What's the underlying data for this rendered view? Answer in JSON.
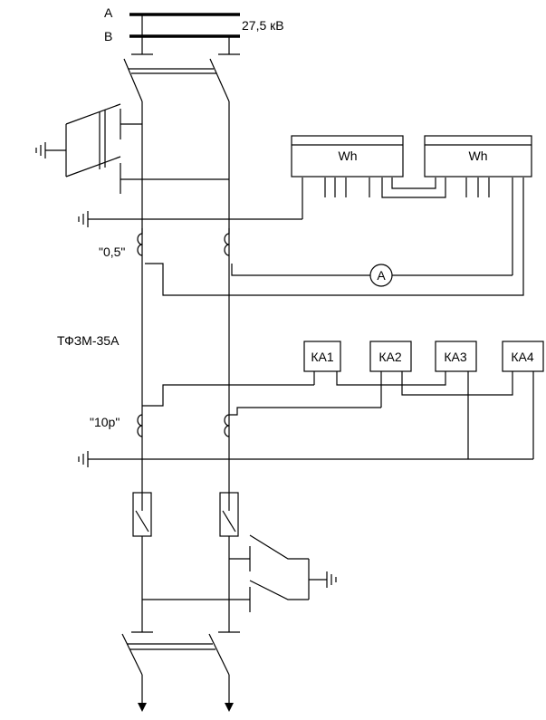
{
  "bus": {
    "phase_a": "A",
    "phase_b": "B",
    "voltage": "27,5 кВ"
  },
  "ct": {
    "class_metering": "\"0,5\"",
    "class_protection": "\"10р\"",
    "type": "ТФЗМ-35А"
  },
  "meters": {
    "wh_left": "Wh",
    "wh_right": "Wh",
    "ammeter": "A"
  },
  "relays": {
    "ka1": "КА1",
    "ka2": "КА2",
    "ka3": "КА3",
    "ka4": "КА4"
  }
}
